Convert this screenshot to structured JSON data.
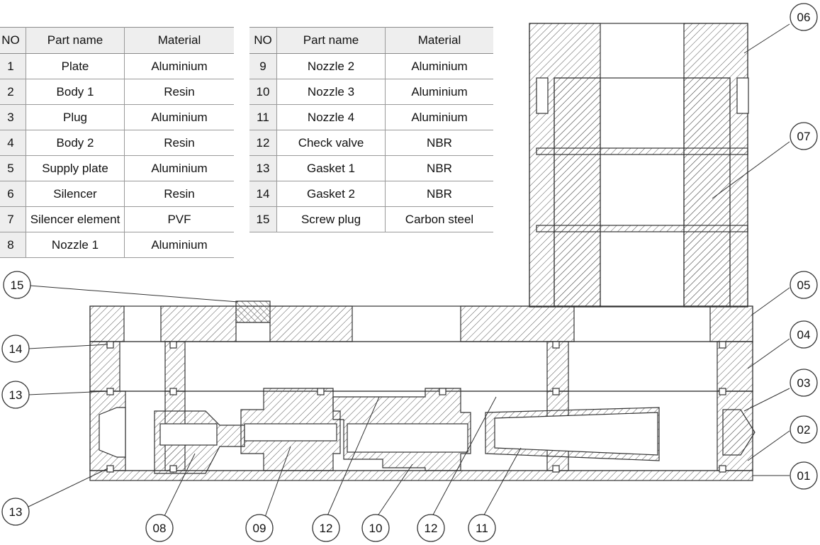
{
  "table": {
    "headers": {
      "no": "NO",
      "name": "Part name",
      "material": "Material"
    },
    "left_rows": [
      {
        "no": "1",
        "name": "Plate",
        "material": "Aluminium"
      },
      {
        "no": "2",
        "name": "Body 1",
        "material": "Resin"
      },
      {
        "no": "3",
        "name": "Plug",
        "material": "Aluminium"
      },
      {
        "no": "4",
        "name": "Body 2",
        "material": "Resin"
      },
      {
        "no": "5",
        "name": "Supply plate",
        "material": "Aluminium"
      },
      {
        "no": "6",
        "name": "Silencer",
        "material": "Resin"
      },
      {
        "no": "7",
        "name": "Silencer element",
        "material": "PVF"
      },
      {
        "no": "8",
        "name": "Nozzle 1",
        "material": "Aluminium"
      }
    ],
    "right_rows": [
      {
        "no": "9",
        "name": "Nozzle 2",
        "material": "Aluminium"
      },
      {
        "no": "10",
        "name": "Nozzle 3",
        "material": "Aluminium"
      },
      {
        "no": "11",
        "name": "Nozzle 4",
        "material": "Aluminium"
      },
      {
        "no": "12",
        "name": "Check valve",
        "material": "NBR"
      },
      {
        "no": "13",
        "name": "Gasket 1",
        "material": "NBR"
      },
      {
        "no": "14",
        "name": "Gasket 2",
        "material": "NBR"
      },
      {
        "no": "15",
        "name": "Screw plug",
        "material": "Carbon steel"
      }
    ]
  },
  "callouts": {
    "c01": "01",
    "c02": "02",
    "c03": "03",
    "c04": "04",
    "c05": "05",
    "c06": "06",
    "c07": "07",
    "c08": "08",
    "c09": "09",
    "c10": "10",
    "c11": "11",
    "c12a": "12",
    "c12b": "12",
    "c13a": "13",
    "c13b": "13",
    "c14": "14",
    "c15": "15"
  },
  "colors": {
    "line": "#333333",
    "hatch": "#555555",
    "header_bg": "#eeeeee"
  }
}
